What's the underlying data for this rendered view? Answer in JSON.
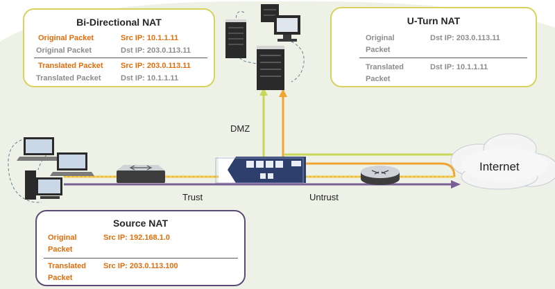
{
  "colors": {
    "background_blob": "#eef2e6",
    "yellow_border": "#d7d35a",
    "purple_border": "#5b4a73",
    "orange_text": "#e36c09",
    "gray_text": "#8c8c8c",
    "trust_line": "#f7c948",
    "untrust_line": "#7a5f95",
    "dmz_up": "#c9d65a",
    "dmz_down": "#f0a431",
    "green_arrow": "#c9d65a"
  },
  "bidirectional": {
    "title": "Bi-Directional NAT",
    "rows": [
      {
        "label": "Original Packet",
        "value": "Src IP: 10.1.1.11"
      },
      {
        "label": "Original Packet",
        "value": "Dst IP: 203.0.113.11"
      },
      {
        "label": "Translated Packet",
        "value": "Src IP: 203.0.113.11"
      },
      {
        "label": "Translated Packet",
        "value": "Dst IP: 10.1.1.11"
      }
    ]
  },
  "uturn": {
    "title": "U-Turn NAT",
    "rows": [
      {
        "label_line1": "Original",
        "label_line2": "Packet",
        "value": "Dst IP: 203.0.113.11"
      },
      {
        "label_line1": "Translated",
        "label_line2": "Packet",
        "value": "Dst IP: 10.1.1.11"
      }
    ]
  },
  "source": {
    "title": "Source NAT",
    "rows": [
      {
        "label_line1": "Original",
        "label_line2": "Packet",
        "value": "Src IP: 192.168.1.0"
      },
      {
        "label_line1": "Translated",
        "label_line2": "Packet",
        "value": "Src IP: 203.0.113.100"
      }
    ]
  },
  "labels": {
    "dmz": "DMZ",
    "trust": "Trust",
    "untrust": "Untrust",
    "internet": "Internet"
  }
}
